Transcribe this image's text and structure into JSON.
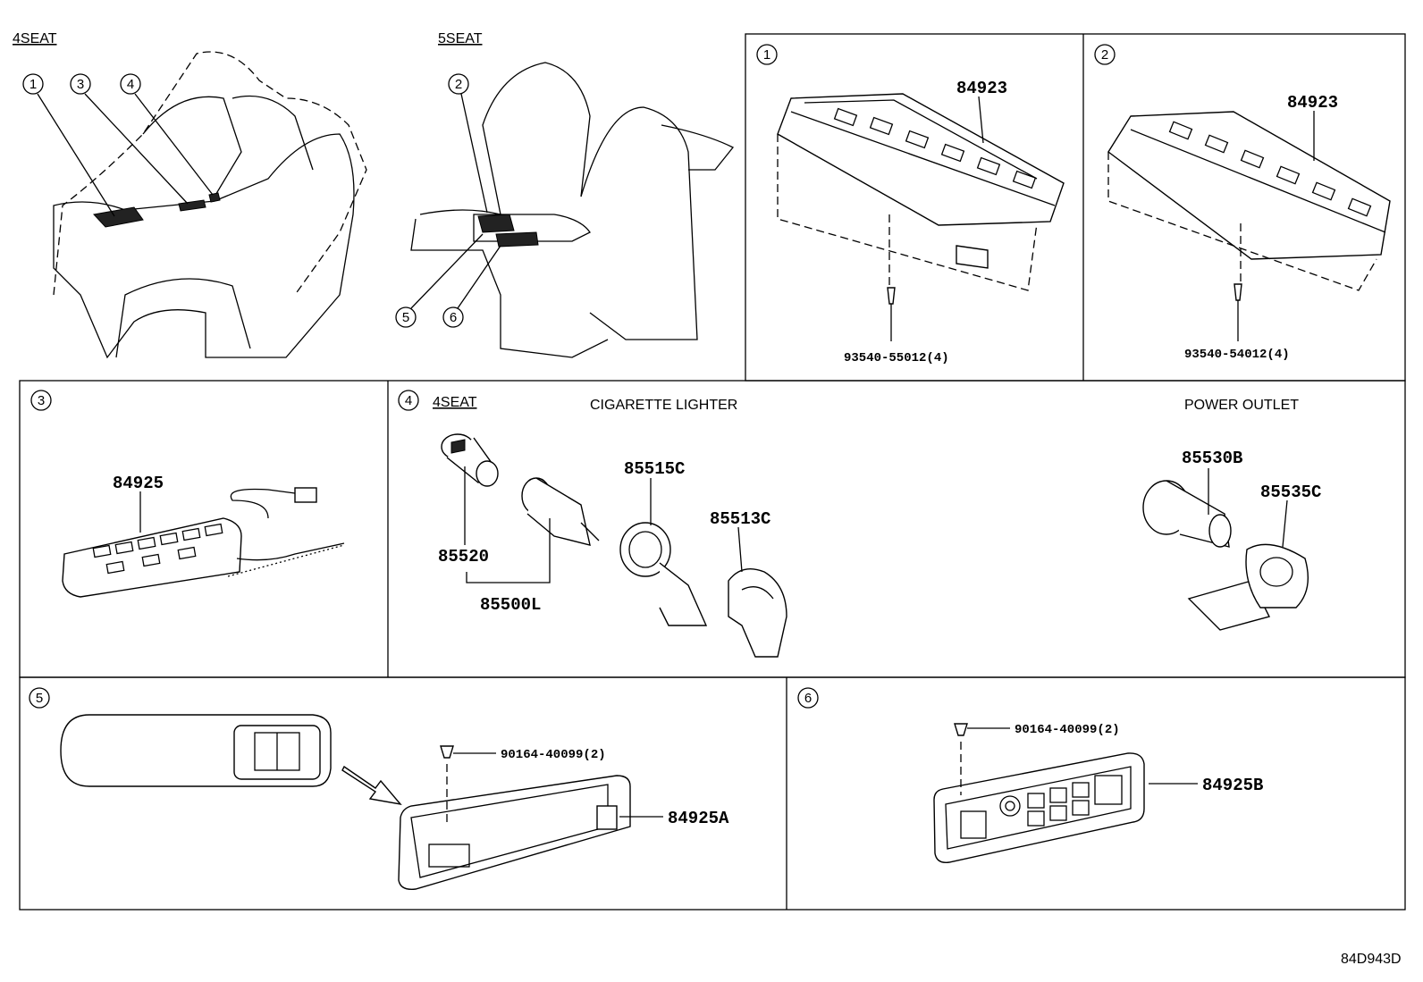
{
  "diagram_id": "84D943D",
  "labels": {
    "seat4": "4SEAT",
    "seat5": "5SEAT",
    "seat4_panel4": "4SEAT",
    "cigarette_lighter": "CIGARETTE LIGHTER",
    "power_outlet": "POWER OUTLET"
  },
  "callouts": {
    "c1": "1",
    "c2": "2",
    "c3": "3",
    "c4": "4",
    "c5": "5",
    "c6": "6"
  },
  "parts": {
    "p84923_a": "84923",
    "p84923_b": "84923",
    "screw_a": "93540-55012(4)",
    "screw_b": "93540-54012(4)",
    "p84925": "84925",
    "p85515c": "85515C",
    "p85513c": "85513C",
    "p85520": "85520",
    "p85500l": "85500L",
    "p85530b": "85530B",
    "p85535c": "85535C",
    "screw_c": "90164-40099(2)",
    "p84925a": "84925A",
    "screw_d": "90164-40099(2)",
    "p84925b": "84925B"
  }
}
